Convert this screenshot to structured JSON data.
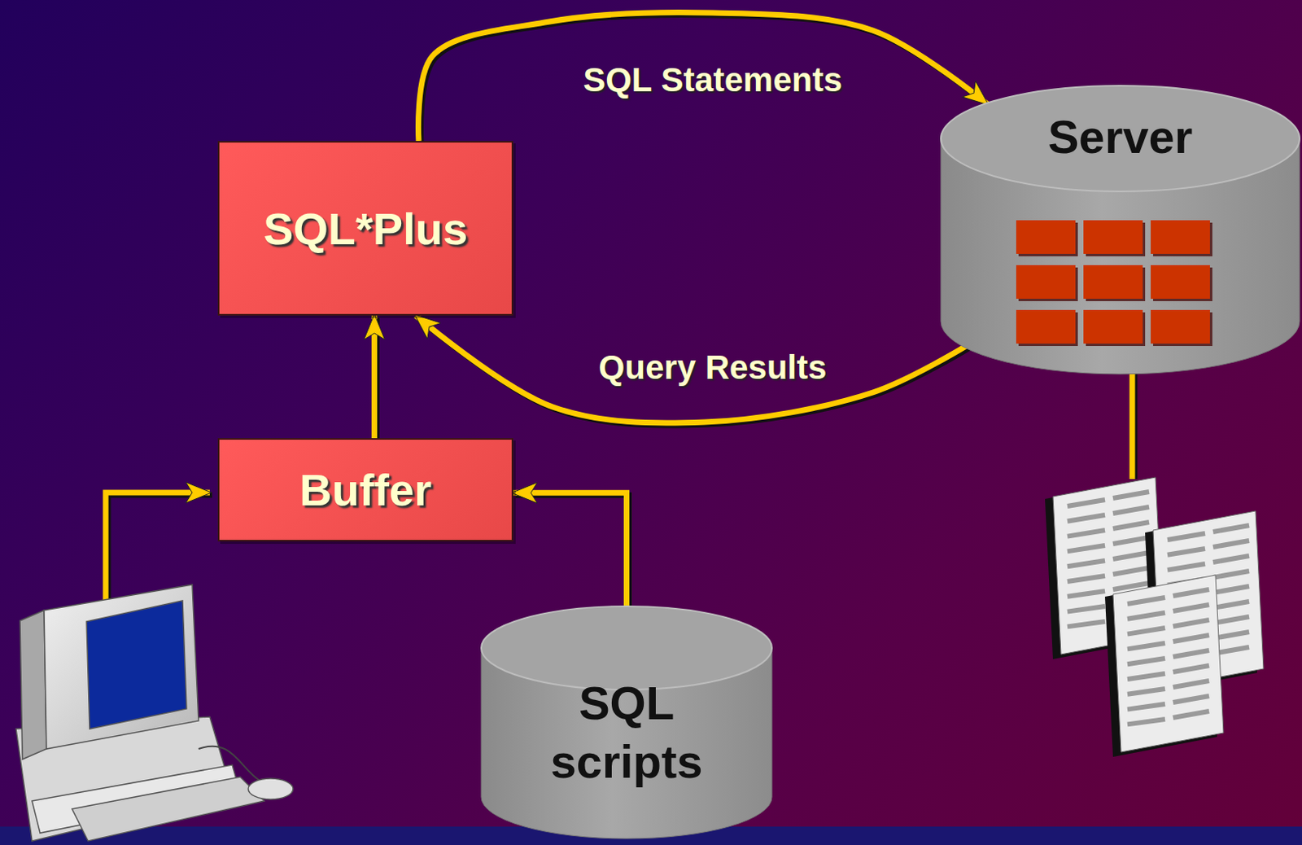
{
  "diagram": {
    "nodes": [
      {
        "text": [
          "SQL*Plus"
        ]
      },
      {
        "text": [
          "Server"
        ]
      },
      {
        "text": [
          "Buffer"
        ]
      },
      {
        "text": [
          "SQL scripts"
        ]
      }
    ],
    "edges": [
      {
        "from": 0,
        "to": 1,
        "label": "SQL Statements",
        "arrow": "to"
      },
      {
        "from": 1,
        "to": 0,
        "label": "Query Results",
        "arrow": "to"
      },
      {
        "from": 2,
        "to": 0,
        "arrow": "to"
      },
      {
        "from": 3,
        "to": 2,
        "arrow": "to"
      }
    ]
  }
}
